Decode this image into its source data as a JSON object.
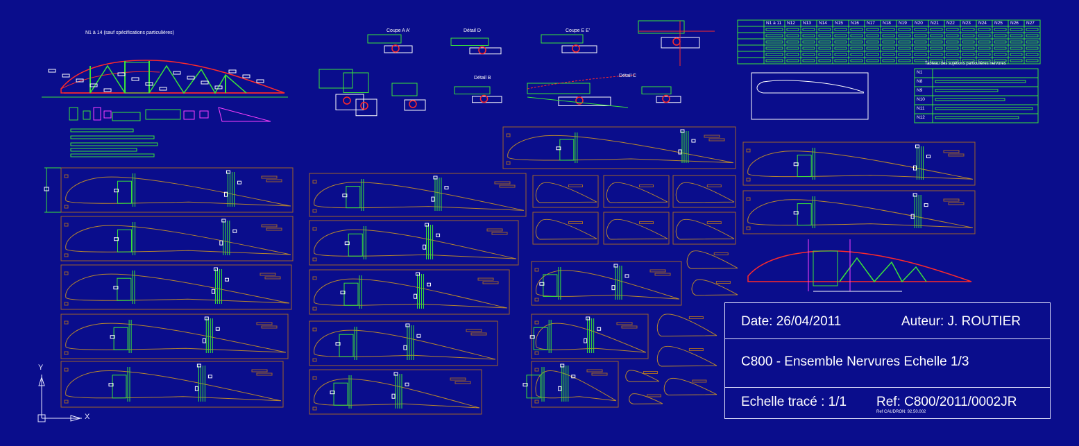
{
  "drawing": {
    "colors": {
      "background": "#0a0d8c",
      "profile": "#b8862e",
      "frame": "#a0642a",
      "structure": "#39e639",
      "spar_red": "#ff2a2a",
      "annotation": "#ffffff",
      "accent_magenta": "#ff40ff"
    },
    "views": {
      "n1_14_title": "N1 à 14 (sauf spécifications particulières)",
      "coupe_aa": "Coupe A A'",
      "detail_d": "Détail D",
      "coupe_ee": "Coupe E E'",
      "detail_b": "Détail B",
      "detail_c": "Détail C"
    },
    "ucs": {
      "y_label": "Y",
      "x_label": "X"
    }
  },
  "spec_table": {
    "headers": [
      "",
      "N1 à 11",
      "N12",
      "N13",
      "N14",
      "N15",
      "N16",
      "N17",
      "N18",
      "N19",
      "N20",
      "N21",
      "N22",
      "N23",
      "N24",
      "N25",
      "N26",
      "N27"
    ],
    "caption": "Tableau des sujétions particulières nervures",
    "rows": [
      "N1",
      "N8",
      "N9",
      "N10",
      "N11",
      "N12"
    ]
  },
  "title_block": {
    "date": "Date: 26/04/2011",
    "author": "Auteur: J. ROUTIER",
    "title": "C800 - Ensemble Nervures Echelle 1/3",
    "scale": "Echelle tracé : 1/1",
    "ref": "Ref: C800/2011/0002JR",
    "ref_caudron": "Ref CAUDRON: 92.50.002"
  }
}
